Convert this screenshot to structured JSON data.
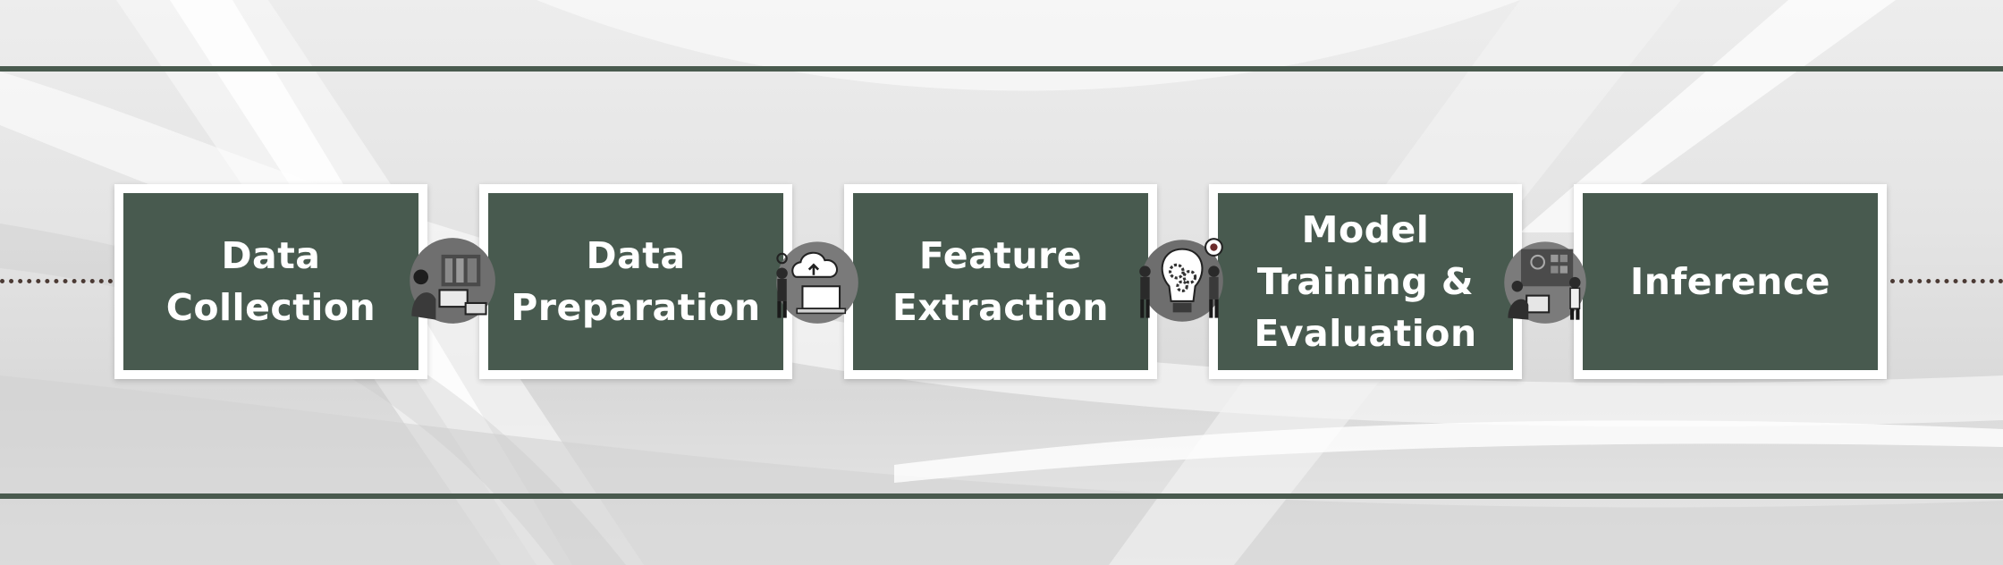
{
  "steps": [
    {
      "label": "Data\nCollection"
    },
    {
      "label": "Data\nPreparation"
    },
    {
      "label": "Feature\nExtraction"
    },
    {
      "label": "Model\nTraining &\nEvaluation"
    },
    {
      "label": "Inference"
    }
  ],
  "connector_icons": [
    "person-at-computer-icon",
    "cloud-upload-icon",
    "lightbulb-gears-icon",
    "team-presentation-icon"
  ],
  "colors": {
    "box_fill": "#485a4f",
    "box_border": "#ffffff",
    "rule_lines": "#495a4e",
    "dotted_line": "#4b3a34",
    "label_text": "#ffffff"
  }
}
